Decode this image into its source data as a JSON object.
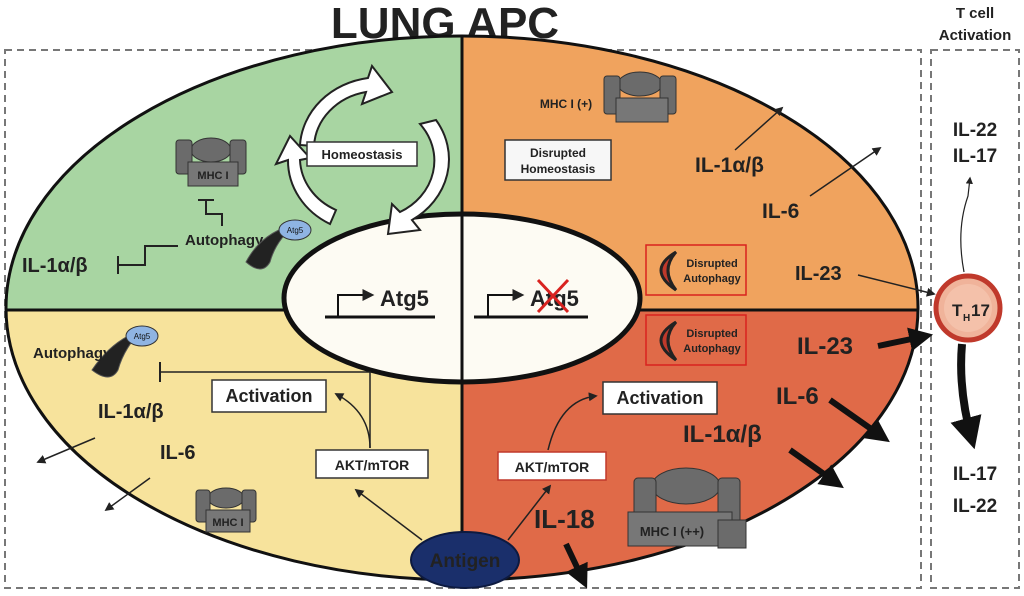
{
  "title": "LUNG APC",
  "tcell_header": [
    "T cell",
    "Activation"
  ],
  "colors": {
    "q_top_left": "#a8d5a2",
    "q_top_right": "#f0a35e",
    "q_bottom_left": "#f7e39c",
    "q_bottom_right": "#e06a48",
    "antigen": "#1a2f6b",
    "th17_fill": "#f0b39a",
    "th17_stroke": "#c0392b",
    "red_box": "#d9231f",
    "crescent": "#222222",
    "crescent_red": "#c0392b",
    "atg5_blob": "#8fb4e3",
    "mhc": "#6b6b6b"
  },
  "center": {
    "wt_gene": "Atg5",
    "ko_gene": "Atg5"
  },
  "top_left": {
    "homeostasis": "Homeostasis",
    "mhc": "MHC I",
    "autophagy": "Autophagy",
    "atg5_tag": "Atg5",
    "il1": "IL-1α/β"
  },
  "top_right": {
    "mhc": "MHC I (+)",
    "disrupted_homeostasis": [
      "Disrupted",
      "Homeostasis"
    ],
    "il1": "IL-1α/β",
    "il6": "IL-6",
    "il23": "IL-23",
    "disrupted_autophagy": [
      "Disrupted",
      "Autophagy"
    ]
  },
  "bottom_left": {
    "autophagy": "Autophagy",
    "atg5_tag": "Atg5",
    "activation": "Activation",
    "akt": "AKT/mTOR",
    "il1": "IL-1α/β",
    "il6": "IL-6",
    "mhc": "MHC I"
  },
  "bottom_right": {
    "disrupted_autophagy": [
      "Disrupted",
      "Autophagy"
    ],
    "il23": "IL-23",
    "activation": "Activation",
    "il6": "IL-6",
    "il1": "IL-1α/β",
    "akt": "AKT/mTOR",
    "il18": "IL-18",
    "mhc": "MHC I (++)"
  },
  "antigen": "Antigen",
  "th17": {
    "base": "T",
    "sub": "H",
    "num": "17"
  },
  "tcell_top": [
    "IL-22",
    "IL-17"
  ],
  "tcell_bottom": [
    "IL-17",
    "IL-22"
  ]
}
